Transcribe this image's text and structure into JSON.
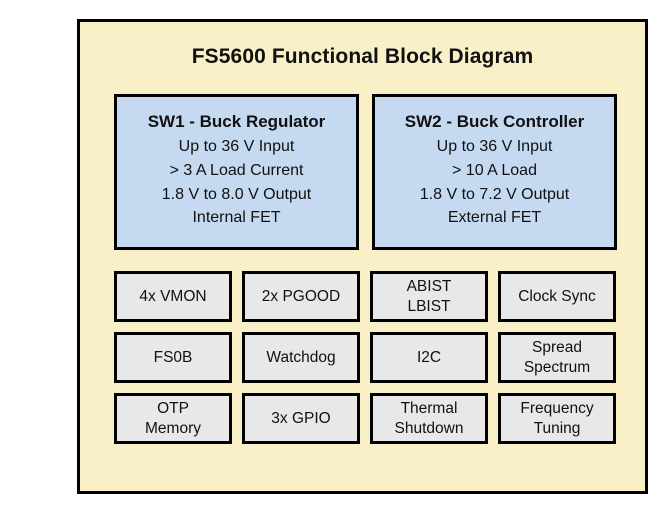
{
  "colors": {
    "page_background": "#ffffff",
    "panel_background": "#faf0c8",
    "panel_border": "#000000",
    "switcher_block_fill": "#c5d9f1",
    "feature_block_fill": "#e8e8e8",
    "text": "#111111"
  },
  "diagram": {
    "title": "FS5600 Functional Block Diagram",
    "switchers": [
      {
        "name": "sw1",
        "title": "SW1 - Buck Regulator",
        "lines": [
          "Up to 36 V Input",
          "> 3 A Load Current",
          "1.8 V to 8.0 V Output",
          "Internal FET"
        ]
      },
      {
        "name": "sw2",
        "title": "SW2 - Buck Controller",
        "lines": [
          "Up to 36 V Input",
          "> 10 A Load",
          "1.8 V to 7.2 V Output",
          "External FET"
        ]
      }
    ],
    "features": [
      {
        "name": "vmon",
        "lines": [
          "4x VMON"
        ]
      },
      {
        "name": "pgood",
        "lines": [
          "2x PGOOD"
        ]
      },
      {
        "name": "abist-lbist",
        "lines": [
          "ABIST",
          "LBIST"
        ]
      },
      {
        "name": "clock-sync",
        "lines": [
          "Clock Sync"
        ]
      },
      {
        "name": "fs0b",
        "lines": [
          "FS0B"
        ]
      },
      {
        "name": "watchdog",
        "lines": [
          "Watchdog"
        ]
      },
      {
        "name": "i2c",
        "lines": [
          "I2C"
        ]
      },
      {
        "name": "spread-spectrum",
        "lines": [
          "Spread",
          "Spectrum"
        ]
      },
      {
        "name": "otp-memory",
        "lines": [
          "OTP",
          "Memory"
        ]
      },
      {
        "name": "gpio",
        "lines": [
          "3x GPIO"
        ]
      },
      {
        "name": "thermal-shutdown",
        "lines": [
          "Thermal",
          "Shutdown"
        ]
      },
      {
        "name": "frequency-tuning",
        "lines": [
          "Frequency",
          "Tuning"
        ]
      }
    ]
  }
}
